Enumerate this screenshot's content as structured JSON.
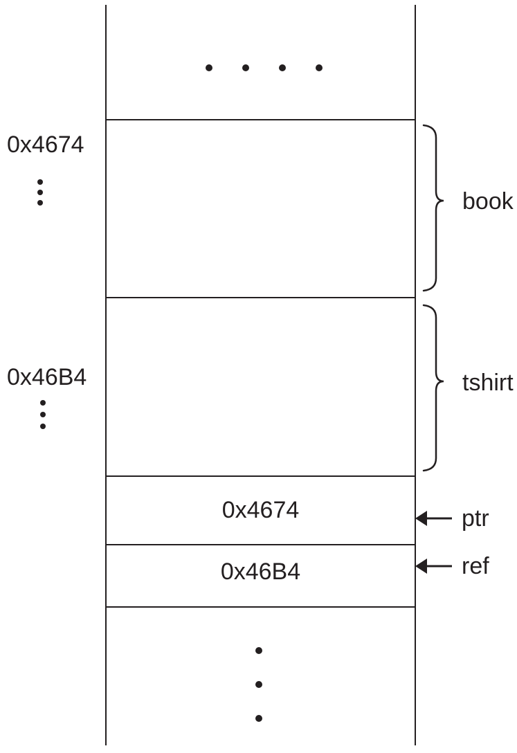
{
  "colors": {
    "ink": "#231f20",
    "background": "#ffffff"
  },
  "left_annotations": [
    {
      "address": "0x4674"
    },
    {
      "address": "0x46B4"
    }
  ],
  "heap_regions": [
    {
      "label": "book"
    },
    {
      "label": "tshirt"
    }
  ],
  "pointer_cells": [
    {
      "value": "0x4674",
      "label": "ptr"
    },
    {
      "value": "0x46B4",
      "label": "ref"
    }
  ]
}
